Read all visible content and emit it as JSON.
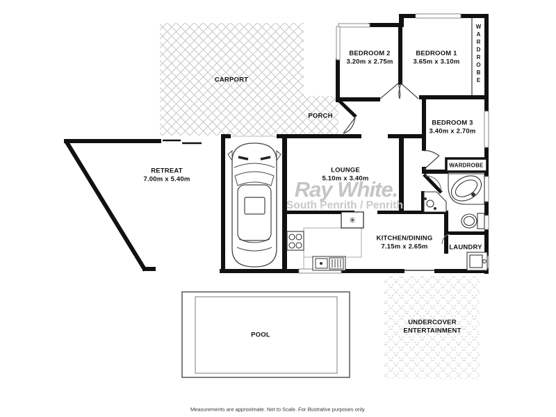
{
  "brand": {
    "logo": "Ray White.",
    "office": "South Penrith / Penrith"
  },
  "disclaimer": "Measurements are approximate. Not to Scale. For illustrative purposes only.",
  "rooms": {
    "carport": {
      "name": "CARPORT"
    },
    "porch": {
      "name": "PORCH"
    },
    "retreat": {
      "name": "RETREAT",
      "dims": "7.00m x 5.40m"
    },
    "lounge": {
      "name": "LOUNGE",
      "dims": "5.10m x 3.40m"
    },
    "kitchen": {
      "name": "KITCHEN/DINING",
      "dims": "7.15m x 2.65m"
    },
    "laundry": {
      "name": "LAUNDRY"
    },
    "bedroom1": {
      "name": "BEDROOM 1",
      "dims": "3.65m x 3.10m"
    },
    "bedroom2": {
      "name": "BEDROOM 2",
      "dims": "3.20m x 2.75m"
    },
    "bedroom3": {
      "name": "BEDROOM 3",
      "dims": "3.40m x 2.70m"
    },
    "wardrobe_bed1": {
      "name": "WARDROBE"
    },
    "wardrobe_bed3": {
      "name": "WARDROBE"
    },
    "pool": {
      "name": "POOL"
    },
    "undercover": {
      "name": "UNDERCOVER",
      "name2": "ENTERTAINMENT"
    }
  },
  "icons": {
    "fridge_symbol": "✳"
  },
  "colors": {
    "wall": "#111111",
    "watermark": "#c5c5c5",
    "hatch": "#c8c8c8"
  }
}
